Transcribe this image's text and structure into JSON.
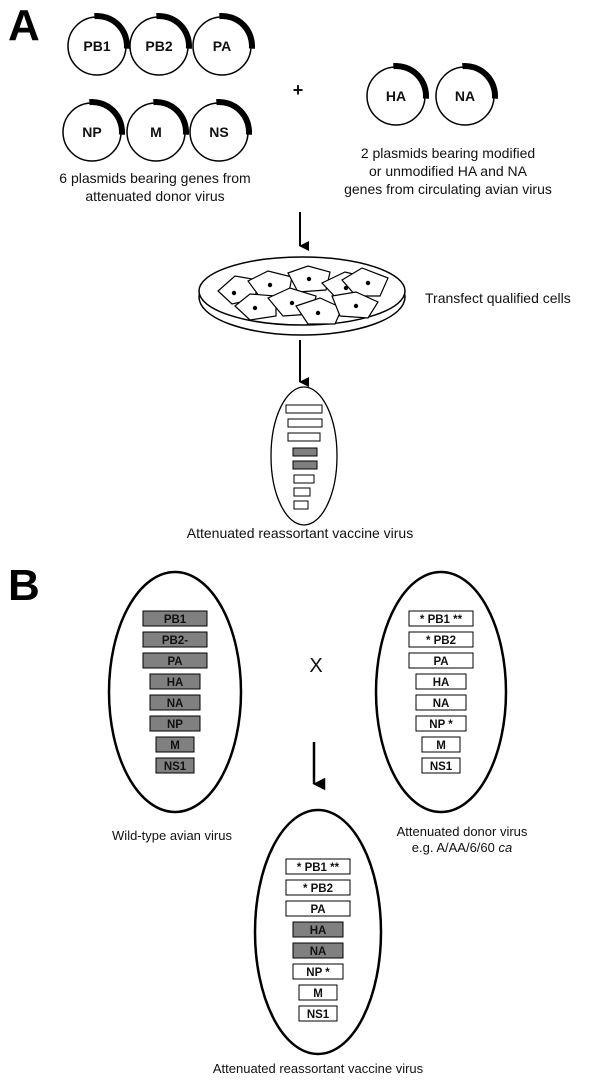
{
  "panel_a": {
    "letter": "A",
    "plus": "+",
    "donor_plasmids": [
      "PB1",
      "PB2",
      "PA",
      "NP",
      "M",
      "NS"
    ],
    "avian_plasmids": [
      "HA",
      "NA"
    ],
    "donor_caption": [
      "6 plasmids bearing genes from",
      "attenuated donor virus"
    ],
    "avian_caption": [
      "2 plasmids bearing modified",
      "or unmodified HA and NA",
      "genes from circulating avian virus"
    ],
    "transfect_label": "Transfect qualified cells",
    "result_label": "Attenuated reassortant vaccine virus",
    "segment_colors": [
      "white",
      "white",
      "white",
      "gray",
      "gray",
      "white",
      "white",
      "white"
    ]
  },
  "panel_b": {
    "letter": "B",
    "cross_symbol": "X",
    "wild_type": {
      "segments": [
        "PB1",
        "PB2-",
        "PA",
        "HA",
        "NA",
        "NP",
        "M",
        "NS1"
      ],
      "caption": "Wild-type avian virus"
    },
    "donor": {
      "segments": [
        {
          "pre": "*",
          "name": "PB1",
          "post": "**"
        },
        {
          "pre": "*",
          "name": "PB2",
          "post": ""
        },
        {
          "pre": "",
          "name": "PA",
          "post": ""
        },
        {
          "pre": "",
          "name": "HA",
          "post": ""
        },
        {
          "pre": "",
          "name": "NA",
          "post": ""
        },
        {
          "pre": "",
          "name": "NP",
          "post": "*"
        },
        {
          "pre": "",
          "name": "M",
          "post": ""
        },
        {
          "pre": "",
          "name": "NS1",
          "post": ""
        }
      ],
      "caption_line1": "Attenuated donor virus",
      "caption_line2_prefix": "e.g. A/AA/6/60 ",
      "caption_line2_italic": "ca"
    },
    "reassortant": {
      "segments": [
        {
          "pre": "*",
          "name": "PB1",
          "post": "**",
          "color": "white"
        },
        {
          "pre": "*",
          "name": "PB2",
          "post": "",
          "color": "white"
        },
        {
          "pre": "",
          "name": "PA",
          "post": "",
          "color": "white"
        },
        {
          "pre": "",
          "name": "HA",
          "post": "",
          "color": "gray"
        },
        {
          "pre": "",
          "name": "NA",
          "post": "",
          "color": "gray"
        },
        {
          "pre": "",
          "name": "NP",
          "post": "*",
          "color": "white"
        },
        {
          "pre": "",
          "name": "M",
          "post": "",
          "color": "white"
        },
        {
          "pre": "",
          "name": "NS1",
          "post": "",
          "color": "white"
        }
      ],
      "caption": "Attenuated reassortant vaccine virus"
    }
  },
  "colors": {
    "gray_segment": "#808080",
    "white_segment": "#ffffff",
    "ink": "#111111"
  }
}
